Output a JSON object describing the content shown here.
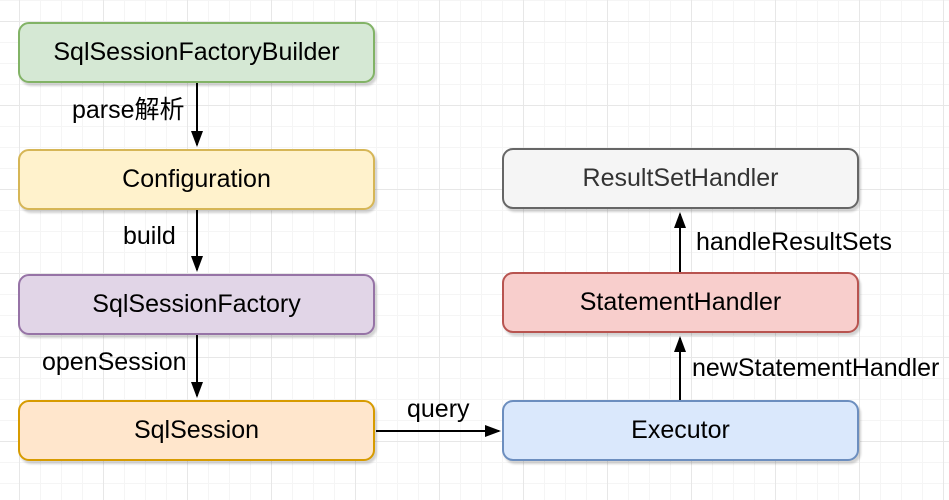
{
  "diagram": {
    "type": "flowchart",
    "theme": {
      "background": "#ffffff",
      "grid_minor_color": "#f5f5f5",
      "grid_major_color": "#e7e7e7",
      "arrow_color": "#000000"
    },
    "nodes": [
      {
        "id": "sqlSessionFactoryBuilder",
        "label": "SqlSessionFactoryBuilder",
        "fill": "#d5e8d4",
        "stroke": "#82b366",
        "text_color": "#000000"
      },
      {
        "id": "configuration",
        "label": "Configuration",
        "fill": "#fff2cc",
        "stroke": "#d6b656",
        "text_color": "#000000"
      },
      {
        "id": "sqlSessionFactory",
        "label": "SqlSessionFactory",
        "fill": "#e1d5e7",
        "stroke": "#9673a6",
        "text_color": "#000000"
      },
      {
        "id": "sqlSession",
        "label": "SqlSession",
        "fill": "#ffe6cc",
        "stroke": "#d79b00",
        "text_color": "#000000"
      },
      {
        "id": "resultSetHandler",
        "label": "ResultSetHandler",
        "fill": "#f5f5f5",
        "stroke": "#666666",
        "text_color": "#333333"
      },
      {
        "id": "statementHandler",
        "label": "StatementHandler",
        "fill": "#f8cecc",
        "stroke": "#b85450",
        "text_color": "#000000"
      },
      {
        "id": "executor",
        "label": "Executor",
        "fill": "#dae8fc",
        "stroke": "#6c8ebf",
        "text_color": "#000000"
      }
    ],
    "edges": [
      {
        "from": "sqlSessionFactoryBuilder",
        "to": "configuration",
        "label": "parse解析",
        "direction": "down"
      },
      {
        "from": "configuration",
        "to": "sqlSessionFactory",
        "label": "build",
        "direction": "down"
      },
      {
        "from": "sqlSessionFactory",
        "to": "sqlSession",
        "label": "openSession",
        "direction": "down"
      },
      {
        "from": "sqlSession",
        "to": "executor",
        "label": "query",
        "direction": "right"
      },
      {
        "from": "executor",
        "to": "statementHandler",
        "label": "newStatementHandler",
        "direction": "up"
      },
      {
        "from": "statementHandler",
        "to": "resultSetHandler",
        "label": "handleResultSets",
        "direction": "up"
      }
    ]
  }
}
